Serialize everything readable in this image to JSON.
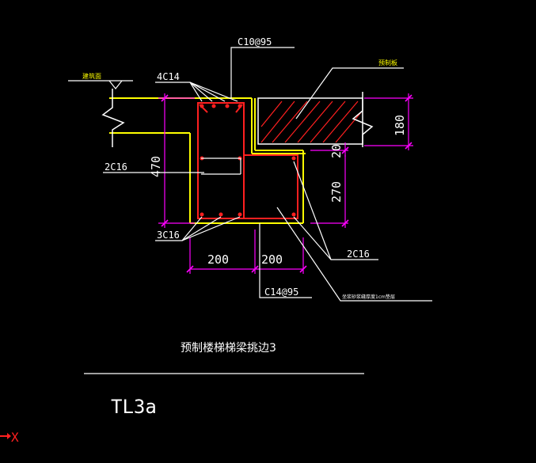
{
  "labels": {
    "top_stirrup": "C10@95",
    "top_bars": "4C14",
    "mid_bars_left": "2C16",
    "bottom_bars": "3C16",
    "right_bars": "2C16",
    "lower_stirrup": "C14@95",
    "finish_floor_note": "建筑面",
    "precast_note": "预制板",
    "bottom_right_note": "坐浆砂浆缝厚度1cm垫层",
    "detail_title": "预制楼梯梯梁挑边3",
    "drawing_id": "TL3a",
    "axis_x": "X"
  },
  "dimensions": {
    "beam_height": "470",
    "slab_thickness": "180",
    "gap": "20",
    "ledge_height": "270",
    "width_left": "200",
    "width_right": "200"
  },
  "colors": {
    "concrete_outline": "#ffff00",
    "rebar": "#ff2020",
    "dimension": "#ff00ff",
    "leader": "#ffffff",
    "annotation_yellow": "#ffff00",
    "axis": "#ff2020"
  }
}
